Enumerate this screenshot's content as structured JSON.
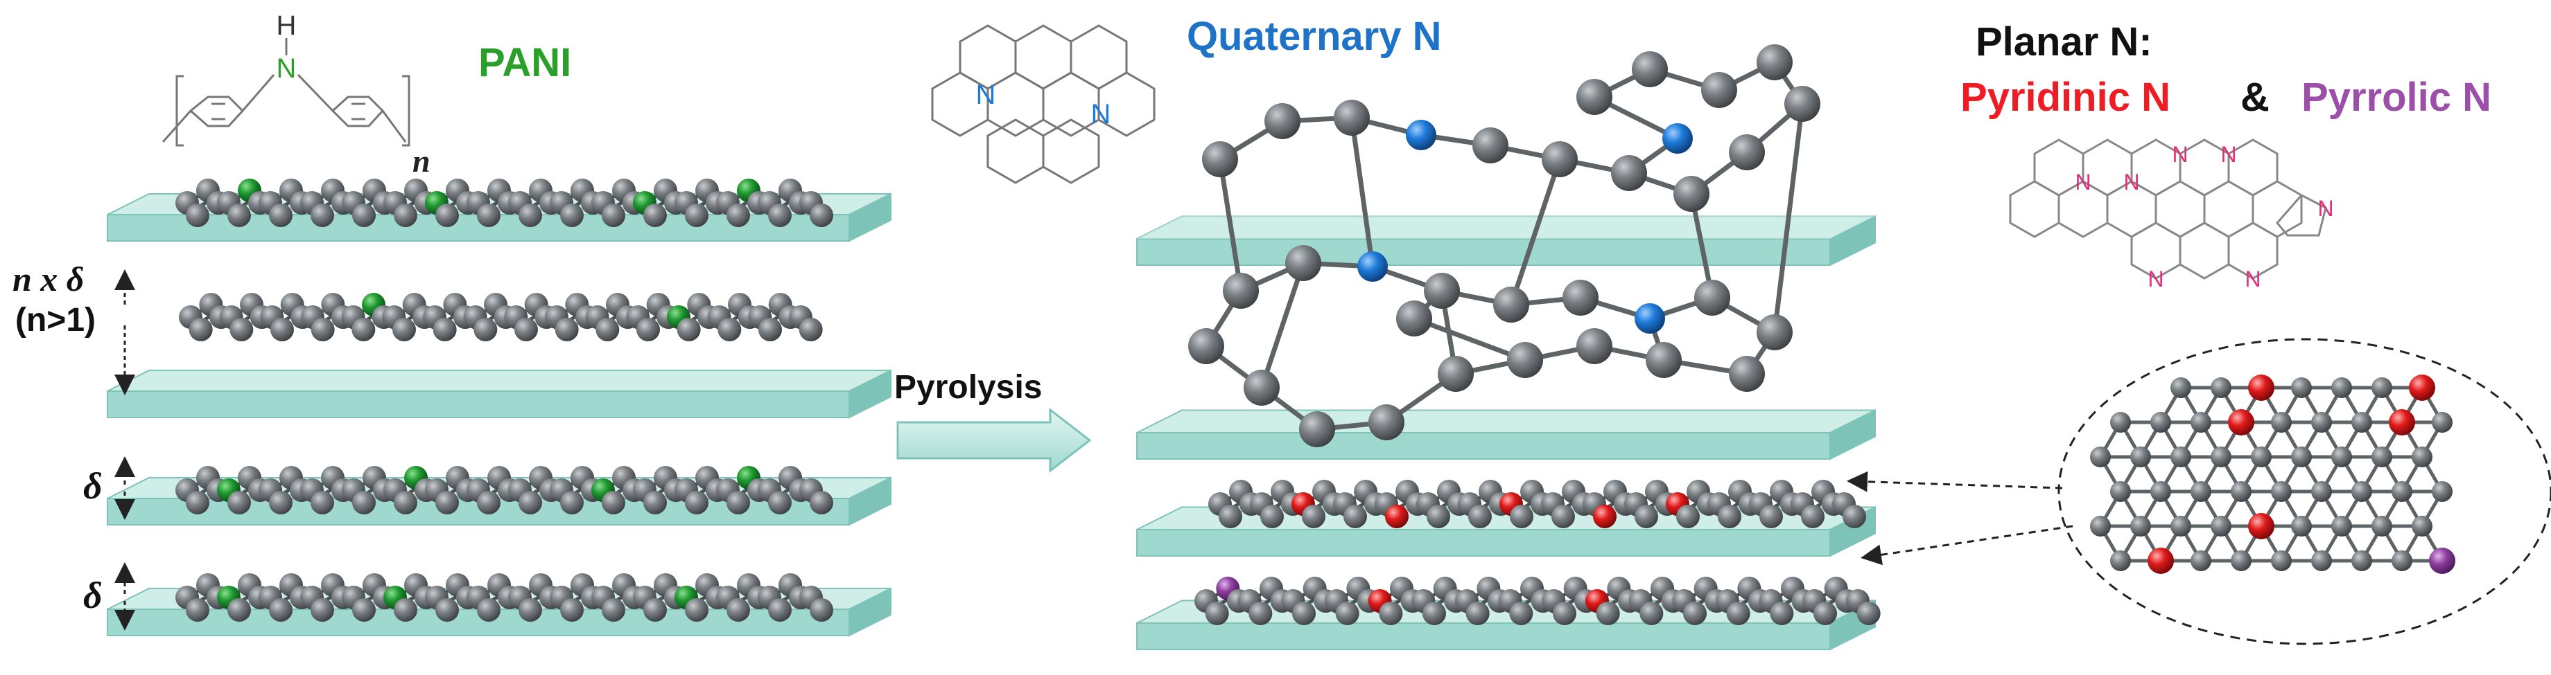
{
  "labels": {
    "pani": "PANI",
    "hydrogen": "H",
    "nitrogen": "N",
    "repeat_n": "n",
    "spacing_multi": "n x δ",
    "spacing_cond": "(n>1)",
    "delta": "δ",
    "pyrolysis": "Pyrolysis",
    "quaternary_n": "Quaternary N",
    "planar_n": "Planar N:",
    "pyridinic_n": "Pyridinic N",
    "ampersand": "&",
    "pyrrolic_n": "Pyrrolic N"
  },
  "colors": {
    "plate_top": "#cfeee8",
    "plate_front": "#9fd8cf",
    "plate_edge": "#7ec3b8",
    "carbon_atom": "#6f7376",
    "nitrogen_green": "#1b8a2a",
    "quaternary_blue": "#1e7ad9",
    "pyridinic_red": "#e01b1b",
    "pyrrolic_purple": "#8e3fa0",
    "pani_text": "#2aa02a",
    "quaternary_text": "#1e73c8",
    "planar_text": "#111111",
    "pyridinic_text": "#ee1c25",
    "pyrrolic_text": "#9b4fa8",
    "chem_line": "#777777",
    "chem_n_pink": "#e0307a"
  }
}
